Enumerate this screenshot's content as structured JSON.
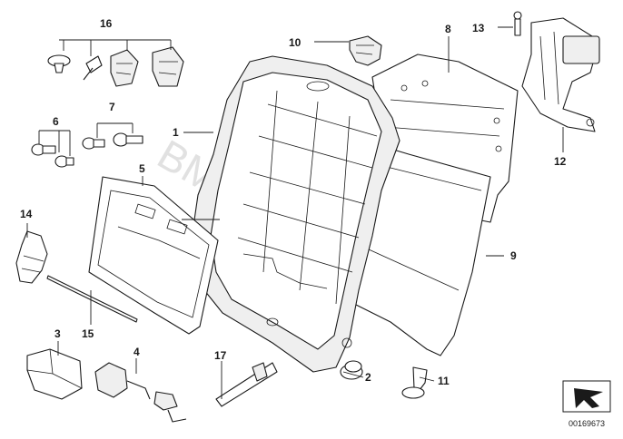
{
  "diagram": {
    "callouts": {
      "c1": "1",
      "c2": "2",
      "c3": "3",
      "c4": "4",
      "c5": "5",
      "c6": "6",
      "c7": "7",
      "c8": "8",
      "c9": "9",
      "c10": "10",
      "c11": "11",
      "c12": "12",
      "c13": "13",
      "c14": "14",
      "c15": "15",
      "c16": "16",
      "c17": "17"
    },
    "watermark": "BMWstore.pl",
    "reference_number": "00169673",
    "colors": {
      "line": "#1a1a1a",
      "watermark": "#c8c8c8",
      "background": "#ffffff"
    }
  }
}
